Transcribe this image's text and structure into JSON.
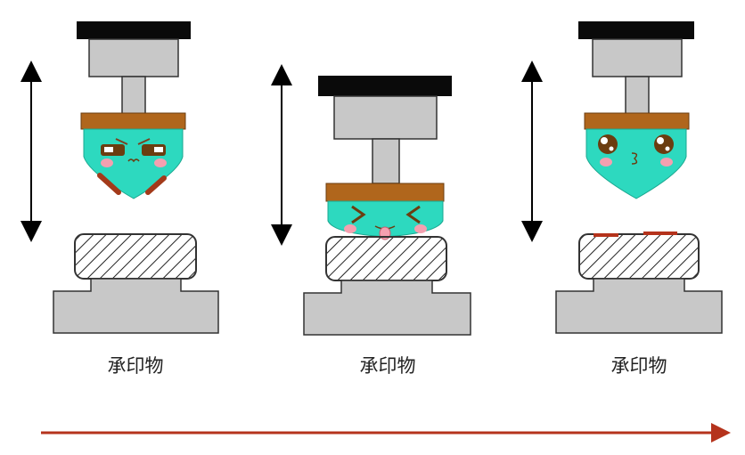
{
  "stages": [
    {
      "label": "承印物",
      "expression": "angry"
    },
    {
      "label": "承印物",
      "expression": "squint-tongue"
    },
    {
      "label": "承印物",
      "expression": "teary"
    }
  ],
  "colors": {
    "head_fill": "#2dd9bf",
    "bar": "#b0661c",
    "press_top": "#0a0a0a",
    "metal": "#c8c8c8",
    "ink": "#b5331c",
    "arrow": "#b5331c"
  }
}
